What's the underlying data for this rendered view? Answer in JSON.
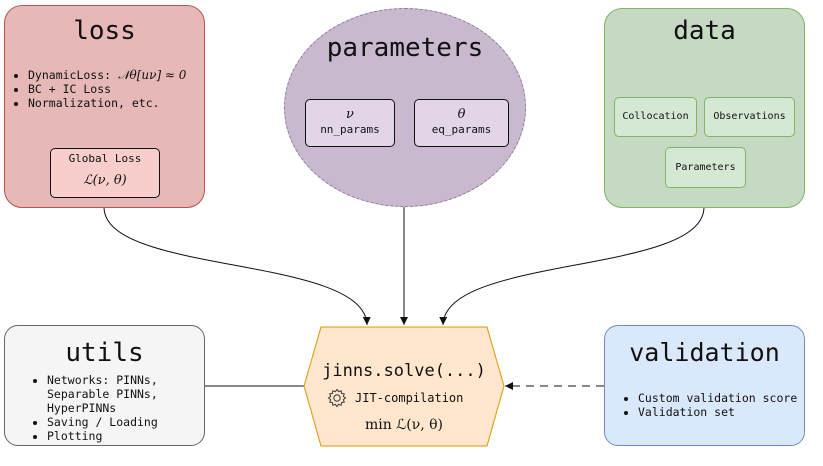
{
  "loss": {
    "title": "loss",
    "items": [
      "DynamicLoss: ",
      "BC + IC Loss",
      "Normalization, etc."
    ],
    "dynamic_math": "𝒩θ[uν] ≈ 0",
    "global_loss_label": "Global Loss",
    "global_loss_math": "ℒ(ν, θ)"
  },
  "parameters": {
    "title": "parameters",
    "nn": {
      "symbol": "ν",
      "label": "nn_params"
    },
    "eq": {
      "symbol": "θ",
      "label": "eq_params"
    }
  },
  "data": {
    "title": "data",
    "collocation": "Collocation",
    "observations": "Observations",
    "parameters": "Parameters"
  },
  "utils": {
    "title": "utils",
    "items": [
      "Networks: PINNs, Separable PINNs, HyperPINNs",
      "Saving / Loading",
      "Plotting"
    ]
  },
  "solve": {
    "title": "jinns.solve(...)",
    "jit": "JIT-compilation",
    "objective": "min ℒ(ν, θ)"
  },
  "validation": {
    "title": "validation",
    "items": [
      "Custom validation score",
      "Validation set"
    ]
  },
  "colors": {
    "loss_fill": "#e6b8b7",
    "loss_border": "#b85450",
    "parameters_fill": "#c8b9cf",
    "data_fill": "#c5d9c3",
    "data_border": "#82b366",
    "utils_fill": "#f5f5f5",
    "solve_fill": "#ffe6cc",
    "solve_border": "#d79b00",
    "validation_fill": "#dae8fc",
    "validation_border": "#6c8ebf"
  }
}
